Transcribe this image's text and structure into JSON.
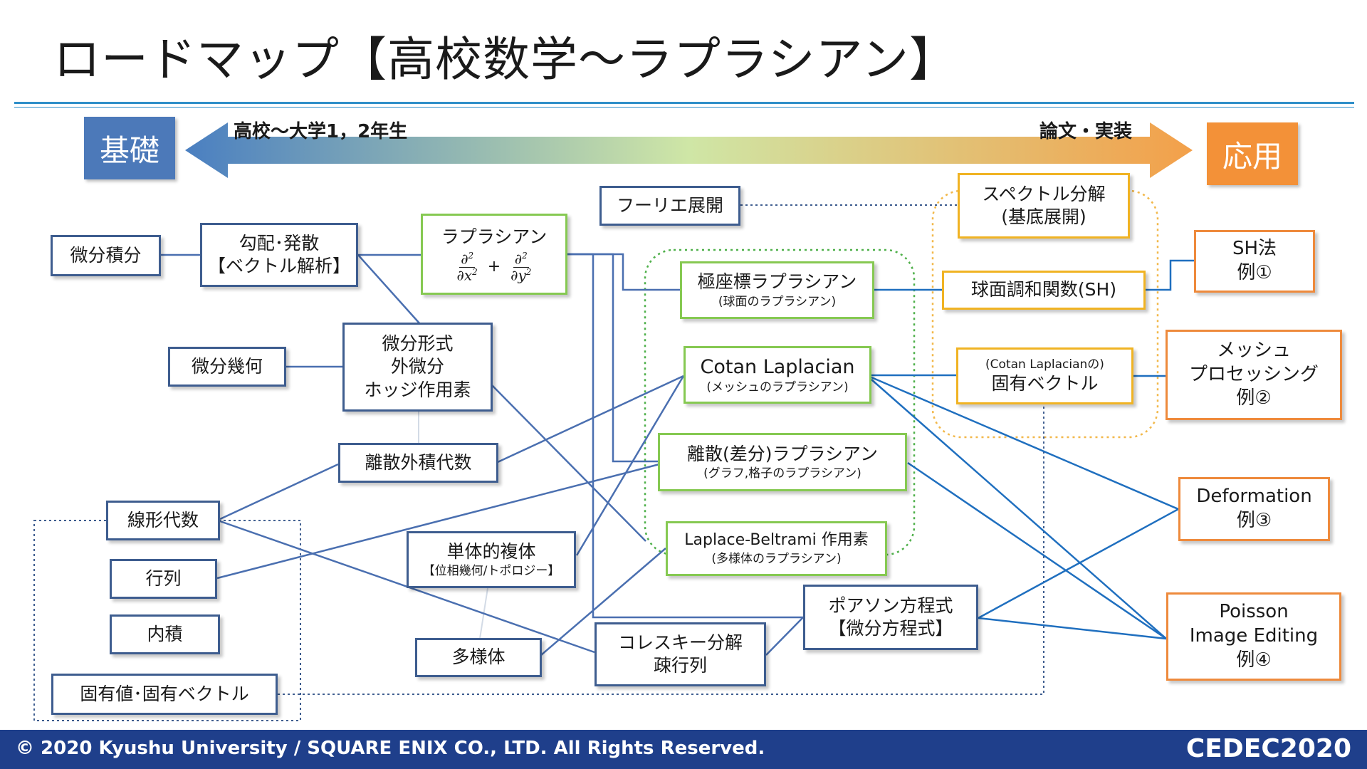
{
  "title": "ロードマップ【高校数学～ラプラシアン】",
  "legend": {
    "left_badge": "基礎",
    "right_badge": "応用",
    "left_label": "高校～大学1，2年生",
    "right_label": "論文・実装"
  },
  "colors": {
    "base": "#3e5d8f",
    "laplacian": "#86c952",
    "spectral": "#f0b323",
    "application": "#ee8a3c",
    "edge": "#1f6fbf"
  },
  "nodes": {
    "bibun_sekibun": "微分積分",
    "kobai": {
      "line1": "勾配･発散",
      "line2": "【ベクトル解析】"
    },
    "laplacian": {
      "title": "ラプラシアン",
      "d": "∂",
      "sq": "2",
      "dx": "∂x",
      "dy": "∂y",
      "plus": "+"
    },
    "fourier": "フーリエ展開",
    "bibun_kika": "微分幾何",
    "bibun_keishiki": {
      "line1": "微分形式",
      "line2": "外微分",
      "line3": "ホッジ作用素"
    },
    "risan_gaiseki": "離散外積代数",
    "senkei": "線形代数",
    "gyoretsu": "行列",
    "naiseki": "内積",
    "koyuchi": "固有値･固有ベクトル",
    "tantai": {
      "line1": "単体的複体",
      "line2": "【位相幾何/トポロジー】"
    },
    "tayotai": "多様体",
    "cholesky": {
      "line1": "コレスキー分解",
      "line2": "疎行列"
    },
    "poisson_eq": {
      "line1": "ポアソン方程式",
      "line2": "【微分方程式】"
    },
    "kyokuzahyo": {
      "main": "極座標ラプラシアン",
      "sub": "(球面のラプラシアン)"
    },
    "cotan": {
      "main": "Cotan Laplacian",
      "sub": "(メッシュのラプラシアン)"
    },
    "risan_lap": {
      "main": "離散(差分)ラプラシアン",
      "sub": "(グラフ,格子のラプラシアン)"
    },
    "laplace_beltrami": {
      "main": "Laplace-Beltrami 作用素",
      "sub": "(多様体のラプラシアン)"
    },
    "spectral": {
      "line1": "スペクトル分解",
      "line2": "(基底展開)"
    },
    "sh": "球面調和関数(SH)",
    "eigen_vec": {
      "sub": "(Cotan Laplacianの)",
      "main": "固有ベクトル"
    },
    "ex1": {
      "line1": "SH法",
      "line2": "例①"
    },
    "ex2": {
      "line1": "メッシュ",
      "line2": "プロセッシング",
      "line3": "例②"
    },
    "ex3": {
      "line1": "Deformation",
      "line2": "例③"
    },
    "ex4": {
      "line1": "Poisson",
      "line2": "Image Editing",
      "line3": "例④"
    }
  },
  "footer": {
    "copyright": "© 2020 Kyushu University / SQUARE ENIX CO., LTD. All Rights Reserved.",
    "logo": "CEDEC2020"
  }
}
